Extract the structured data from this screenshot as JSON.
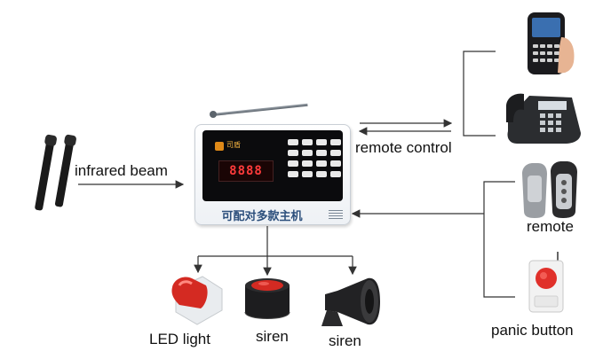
{
  "labels": {
    "infrared_beam": "infrared beam",
    "remote_control": "remote control",
    "remote": "remote",
    "panic_button": "panic button",
    "led_light": "LED light",
    "siren_1": "siren",
    "siren_2": "siren"
  },
  "panel": {
    "brand": "司盾",
    "display": "8888",
    "caption": "可配对多款主机"
  },
  "colors": {
    "line": "#333333",
    "panel_caption": "#2c4f7c",
    "panic_button_red": "#e0302a",
    "siren_red": "#d42a22"
  }
}
